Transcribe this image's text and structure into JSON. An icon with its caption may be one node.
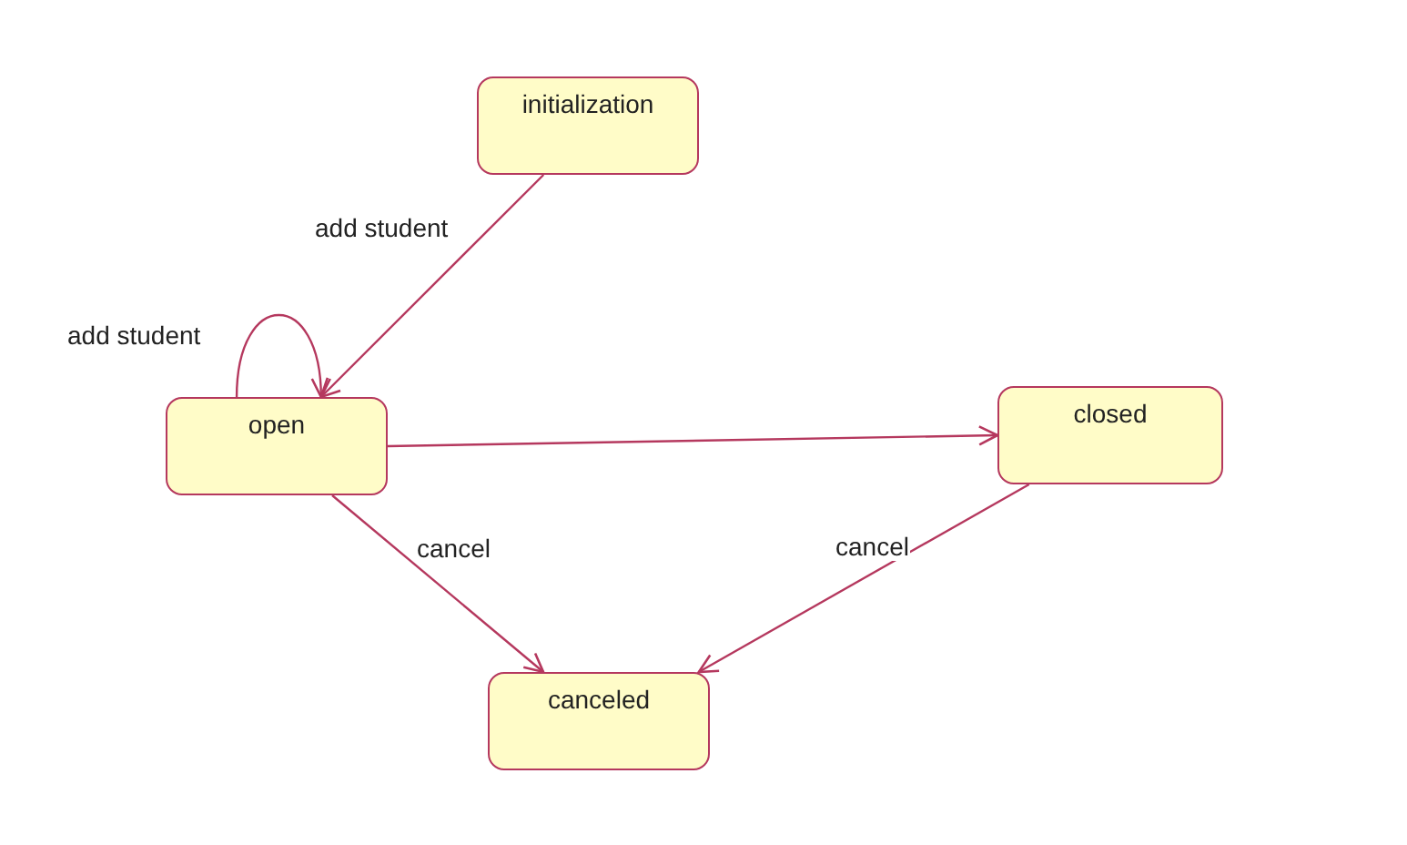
{
  "diagram": {
    "nodes": [
      {
        "text": [
          "initialization"
        ]
      },
      {
        "text": [
          "open"
        ]
      },
      {
        "text": [
          "closed"
        ]
      },
      {
        "text": [
          "canceled"
        ]
      }
    ],
    "edges": [
      {
        "from": 0,
        "to": 1,
        "arrow": "to",
        "label": "add student"
      },
      {
        "from": 1,
        "to": 1,
        "arrow": "to",
        "label": "add student"
      },
      {
        "from": 1,
        "to": 2,
        "arrow": "to"
      },
      {
        "from": 1,
        "to": 3,
        "arrow": "to",
        "label": "cancel"
      },
      {
        "from": 2,
        "to": 3,
        "arrow": "to",
        "label": "cancel"
      }
    ]
  }
}
